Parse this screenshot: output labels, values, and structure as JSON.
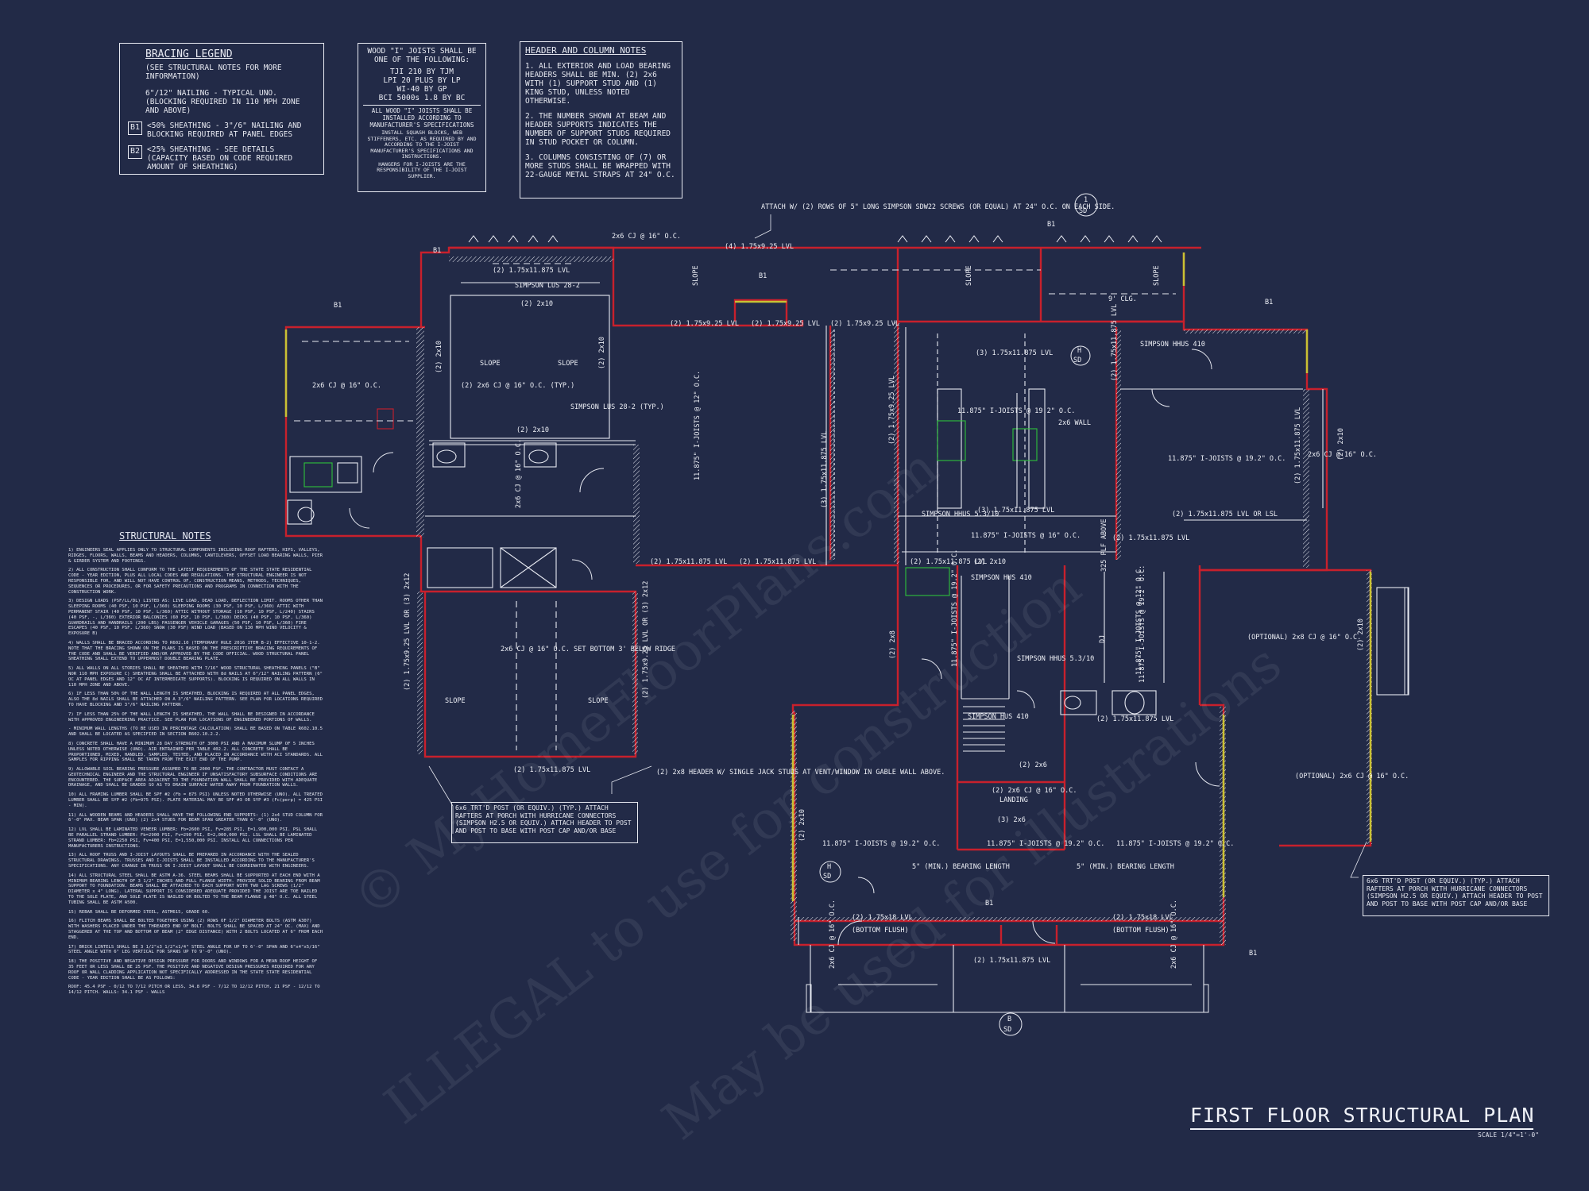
{
  "title": "FIRST FLOOR STRUCTURAL PLAN",
  "scale": "SCALE 1/4\"=1'-0\"",
  "bracing_legend": {
    "heading": "BRACING LEGEND",
    "sub": "(SEE STRUCTURAL NOTES FOR MORE INFORMATION)",
    "note": "6\"/12\" NAILING - TYPICAL UNO. (BLOCKING REQUIRED IN 110 MPH ZONE AND ABOVE)",
    "b1_tag": "B1",
    "b1_text": "<50% SHEATHING - 3\"/6\" NAILING AND BLOCKING REQUIRED AT PANEL EDGES",
    "b2_tag": "B2",
    "b2_text": "<25% SHEATHING - SEE DETAILS (CAPACITY BASED ON CODE REQUIRED AMOUNT OF SHEATHING)"
  },
  "joist_box": {
    "heading": "WOOD \"I\" JOISTS SHALL BE ONE OF THE FOLLOWING:",
    "list": "TJI 210 BY TJM\nLPI 20 PLUS BY LP\nWI-40 BY GP\nBCI 5000s 1.8 BY BC",
    "note1": "ALL WOOD \"I\" JOISTS SHALL BE INSTALLED ACCORDING TO MANUFACTURER'S SPECIFICATIONS",
    "note2": "INSTALL SQUASH BLOCKS, WEB STIFFENERS, ETC. AS REQUIRED BY AND ACCORDING TO THE I-JOIST MANUFACTURER'S SPECIFICATIONS AND INSTRUCTIONS.",
    "note3": "HANGERS FOR I-JOISTS ARE THE RESPONSIBILITY OF THE I-JOIST SUPPLIER."
  },
  "header_notes": {
    "heading": "HEADER AND COLUMN NOTES",
    "n1": "1. ALL EXTERIOR AND LOAD BEARING HEADERS SHALL BE MIN. (2) 2x6 WITH (1) SUPPORT STUD AND (1) KING STUD, UNLESS NOTED OTHERWISE.",
    "n2": "2. THE NUMBER SHOWN AT BEAM AND HEADER SUPPORTS INDICATES THE NUMBER OF SUPPORT STUDS REQUIRED IN STUD POCKET OR COLUMN.",
    "n3": "3. COLUMNS CONSISTING OF (7) OR MORE STUDS SHALL BE WRAPPED WITH 22-GAUGE METAL STRAPS AT 24\" O.C."
  },
  "structural_notes": {
    "heading": "STRUCTURAL NOTES",
    "paras": [
      "1) ENGINEERS SEAL APPLIES ONLY TO STRUCTURAL COMPONENTS INCLUDING ROOF RAFTERS, HIPS, VALLEYS, RIDGES, FLOORS, WALLS, BEAMS AND HEADERS, COLUMNS, CANTILEVERS, OFFSET LOAD BEARING WALLS, PIER & GIRDER SYSTEM AND FOOTINGS.",
      "2) ALL CONSTRUCTION SHALL CONFORM TO THE LATEST REQUIREMENTS OF THE STATE STATE RESIDENTIAL CODE - YEAR EDITION, PLUS ALL LOCAL CODES AND REGULATIONS. THE STRUCTURAL ENGINEER IS NOT RESPONSIBLE FOR, AND WILL NOT HAVE CONTROL OF, CONSTRUCTION MEANS, METHODS, TECHNIQUES, SEQUENCES OR PROCEDURES, OR FOR SAFETY PRECAUTIONS AND PROGRAMS IN CONNECTION WITH THE CONSTRUCTION WORK.",
      "3) DESIGN LOADS (PSF/LL/DL) LISTED AS: LIVE LOAD, DEAD LOAD, DEFLECTION LIMIT. ROOMS OTHER THAN SLEEPING ROOMS (40 PSF, 10 PSF, L/360) SLEEPING ROOMS (30 PSF, 10 PSF, L/360) ATTIC WITH PERMANENT STAIR (40 PSF, 10 PSF, L/360) ATTIC WITHOUT STORAGE (10 PSF, 10 PSF, L/240) STAIRS (40 PSF, -, L/360) EXTERIOR BALCONIES (60 PSF, 10 PSF, L/360) DECKS (40 PSF, 10 PSF, L/360) GUARDRAILS AND HANDRAILS (200 LBS) PASSENGER VEHICLE GARAGES (50 PSF, 10 PSF, L/360) FIRE ESCAPES (40 PSF, 10 PSF, L/360) SNOW (30 PSF) WIND LOAD (BASED ON 130 MPH WIND VELOCITY & EXPOSURE B)",
      "4) WALLS SHALL BE BRACED ACCORDING TO R602.10 (TEMPORARY RULE 2016 ITEM B-2) EFFECTIVE 10-1-2. NOTE THAT THE BRACING SHOWN ON THE PLANS IS BASED ON THE PRESCRIPTIVE BRACING REQUIREMENTS OF THE CODE AND SHALL BE VERIFIED AND/OR APPROVED BY THE CODE OFFICIAL. WOOD STRUCTURAL PANEL SHEATHING SHALL EXTEND TO UPPERMOST DOUBLE BEARING PLATE.",
      "5) ALL WALLS ON ALL STORIES SHALL BE SHEATHED WITH 7/16\" WOOD STRUCTURAL SHEATHING PANELS (\"B\" NOR 110 MPH EXPOSURE C) SHEATHING SHALL BE ATTACHED WITH 8d NAILS AT 6\"/12\" NAILING PATTERN (6\" OC AT PANEL EDGES AND 12\" OC AT INTERMEDIATE SUPPORTS). BLOCKING IS REQUIRED ON ALL WALLS IN 110 MPH ZONE AND ABOVE.",
      "6) IF LESS THAN 50% OF THE WALL LENGTH IS SHEATHED, BLOCKING IS REQUIRED AT ALL PANEL EDGES, ALSO THE 8d NAILS SHALL BE ATTACHED ON A 3\"/6\" NAILING PATTERN. SEE PLAN FOR LOCATIONS REQUIRED TO HAVE BLOCKING AND 3\"/6\" NAILING PATTERN.",
      "7) IF LESS THAN 25% OF THE WALL LENGTH IS SHEATHED, THE WALL SHALL BE DESIGNED IN ACCORDANCE WITH APPROVED ENGINEERING PRACTICE. SEE PLAN FOR LOCATIONS OF ENGINEERED PORTIONS OF WALLS.",
      "- MINIMUM WALL LENGTHS (TO BE USED IN PERCENTAGE CALCULATION) SHALL BE BASED ON TABLE R602.10.5 AND SHALL BE LOCATED AS SPECIFIED IN SECTION R602.10.2.2.",
      "8) CONCRETE SHALL HAVE A MINIMUM 28 DAY STRENGTH OF 3000 PSI AND A MAXIMUM SLUMP OF 5 INCHES UNLESS NOTED OTHERWISE (UNO). AIR ENTRAINED PER TABLE 402.2. ALL CONCRETE SHALL BE PROPORTIONED, MIXED, HANDLED, SAMPLED, TESTED, AND PLACED IN ACCORDANCE WITH ACI STANDARDS. ALL SAMPLES FOR RIPPING SHALL BE TAKEN FROM THE EXIT END OF THE PUMP.",
      "9) ALLOWABLE SOIL BEARING PRESSURE ASSUMED TO BE 2000 PSF. THE CONTRACTOR MUST CONTACT A GEOTECHNICAL ENGINEER AND THE STRUCTURAL ENGINEER IF UNSATISFACTORY SUBSURFACE CONDITIONS ARE ENCOUNTERED. THE SURFACE AREA ADJACENT TO THE FOUNDATION WALL SHALL BE PROVIDED WITH ADEQUATE DRAINAGE, AND SHALL BE GRADED SO AS TO DRAIN SURFACE WATER AWAY FROM FOUNDATION WALLS.",
      "10) ALL FRAMING LUMBER SHALL BE SPF #2 (Fb = 875 PSI) UNLESS NOTED OTHERWISE (UNO). ALL TREATED LUMBER SHALL BE SYP #2 (Fb=975 PSI). PLATE MATERIAL MAY BE SPF #3 OR SYP #3 (Fc(perp) = 425 PSI - MIN).",
      "11) ALL WOODEN BEAMS AND HEADERS SHALL HAVE THE FOLLOWING END SUPPORTS: (1) 2x4 STUD COLUMN FOR 6'-0\" MAX. BEAM SPAN (UNO) (2) 2x4 STUDS FOR BEAM SPAN GREATER THAN 6'-0\" (UNO).",
      "12) LVL SHALL BE LAMINATED VENEER LUMBER: Fb=2600 PSI, Fv=285 PSI, E=1,900,000 PSI. PSL SHALL BE PARALLEL STRAND LUMBER: Fb=2900 PSI, Fv=290 PSI, E=2,000,000 PSI. LSL SHALL BE LAMINATED STRAND LUMBER: Fb=2250 PSI, Fv=400 PSI, E=1,550,000 PSI. INSTALL ALL CONNECTIONS PER MANUFACTURERS INSTRUCTIONS.",
      "13) ALL ROOF TRUSS AND I-JOIST LAYOUTS SHALL BE PREPARED IN ACCORDANCE WITH THE SEALED STRUCTURAL DRAWINGS. TRUSSES AND I-JOISTS SHALL BE INSTALLED ACCORDING TO THE MANUFACTURER'S SPECIFICATIONS. ANY CHANGE IN TRUSS OR I-JOIST LAYOUT SHALL BE COORDINATED WITH ENGINEERS.",
      "14) ALL STRUCTURAL STEEL SHALL BE ASTM A-36. STEEL BEAMS SHALL BE SUPPORTED AT EACH END WITH A MINIMUM BEARING LENGTH OF 3 1/2\" INCHES AND FULL FLANGE WIDTH. PROVIDE SOLID BEARING FROM BEAM SUPPORT TO FOUNDATION. BEAMS SHALL BE ATTACHED TO EACH SUPPORT WITH TWO LAG SCREWS (1/2\" DIAMETER x 4\" LONG). LATERAL SUPPORT IS CONSIDERED ADEQUATE PROVIDED THE JOIST ARE TOE NAILED TO THE SOLE PLATE, AND SOLE PLATE IS NAILED OR BOLTED TO THE BEAM FLANGE @ 48\" O.C. ALL STEEL TUBING SHALL BE ASTM A500.",
      "15) REBAR SHALL BE DEFORMED STEEL, ASTM615, GRADE 60.",
      "16) FLITCH BEAMS SHALL BE BOLTED TOGETHER USING (2) ROWS OF 1/2\" DIAMETER BOLTS (ASTM A307) WITH WASHERS PLACED UNDER THE THREADED END OF BOLT. BOLTS SHALL BE SPACED AT 24\" OC. (MAX) AND STAGGERED AT THE TOP AND BOTTOM OF BEAM (2\" EDGE DISTANCE) WITH 2 BOLTS LOCATED AT 6\" FROM EACH END.",
      "17) BRICK LINTELS SHALL BE 3 1/2\"x3 1/2\"x1/4\" STEEL ANGLE FOR UP TO 6'-0\" SPAN AND 6\"x4\"x5/16\" STEEL ANGLE WITH 6\" LEG VERTICAL FOR SPANS UP TO 9'-0\" (UNO).",
      "18) THE POSITIVE AND NEGATIVE DESIGN PRESSURE FOR DOORS AND WINDOWS FOR A MEAN ROOF HEIGHT OF 35 FEET OR LESS SHALL BE 25 PSF. THE POSITIVE AND NEGATIVE DESIGN PRESSURES REQUIRED FOR ANY ROOF OR WALL CLADDING APPLICATION NOT SPECIFICALLY ADDRESSED IN THE STATE STATE RESIDENTIAL CODE - YEAR EDITION SHALL BE AS FOLLOWS:",
      "ROOF: 45.4 PSF - 0/12 TO 7/12 PITCH OR LESS, 34.8 PSF - 7/12 TO 12/12 PITCH, 21 PSF - 12/12 TO 14/12 PITCH. WALLS: 34.1 PSF - WALLS"
    ]
  },
  "labels": {
    "attach": "ATTACH W/ (2) ROWS OF 5\" LONG SIMPSON SDW22 SCREWS (OR EQUAL) AT 24\" O.C. ON EACH SIDE.",
    "cj_top": "2x6 CJ @ 16\" O.C.",
    "lvl_4_925": "(4) 1.75x9.25 LVL",
    "lvl_2_11875_a": "(2) 1.75x11.875 LVL",
    "simpson_lus28": "SIMPSON LUS 28-2",
    "twox10_a": "(2) 2x10",
    "slope_a": "SLOPE",
    "slope_b": "SLOPE",
    "slope_c": "SLOPE",
    "slope_d": "SLOPE",
    "slope_e": "SLOPE",
    "slope_f": "SLOPE",
    "slope_g": "SLOPE",
    "cj_typ": "(2) 2x6 CJ @ 16\" O.C. (TYP.)",
    "simpson_lus28_typ": "SIMPSON LUS 28-2 (TYP.)",
    "twox10_b": "(2) 2x10",
    "twox10_v1": "(2) 2x10",
    "twox10_v2": "(2) 2x10",
    "cj_left": "2x6 CJ @ 16\" O.C.",
    "cj_bath": "2x6 CJ @ 16\" O.C.",
    "ijoist_dining": "11.875\" I-JOISTS @ 12\" O.C.",
    "lvl_v_dining": "(3) 1.75x11.875 LVL",
    "lvl_v_kitchen": "(2) 1.75x9.25 LVL",
    "lvl_925_a": "(2) 1.75x9.25 LVL",
    "lvl_925_b": "(2) 1.75x9.25 LVL",
    "lvl_925_c": "(2) 1.75x9.25 LVL",
    "clg_9": "9' CLG.",
    "lvl_3_11875": "(3) 1.75x11.875 LVL",
    "simpson_hhus410_a": "SIMPSON HHUS 410",
    "lvl_v_right": "(2) 1.75x11.875 LVL",
    "ijoist_kitchen": "11.875\" I-JOISTS @ 19.2\" O.C.",
    "wall_2x6": "2x6 WALL",
    "ijoist_family": "11.875\" I-JOISTS @ 19.2\" O.C.",
    "lvl_v_family": "(2) 1.75x11.875 LVL",
    "twox10_fam": "(2) 2x10",
    "cj_fam": "2x6 CJ @ 16\" O.C.",
    "simpson_hhus5310_a": "SIMPSON HHUS 5.3/10",
    "lvl_3_11875_b": "(3) 1.75x11.875 LVL",
    "ijoist_mid": "11.875\" I-JOISTS @ 16\" O.C.",
    "lvl_or_lsl": "(2) 1.75x11.875 LVL OR LSL",
    "lvl_porch_a": "(2) 1.75x11.875 LVL",
    "lvl_porch_b": "(2) 1.75x11.875 LVL",
    "lvl_porch_c": "(2) 1.75x11.875 LVL",
    "lvl_mid_1": "(2) 1.75x11.875 LVL",
    "twox10_mid": "(2) 2x10",
    "simpson_hus410": "SIMPSON HUS 410",
    "lvl_sm": "(2) 1.75x11.875 LVL",
    "ijoist_v_a": "11.875\" I-JOISTS @ 12\" O.C.",
    "ijoist_porch_left": "2x6 CJ @ 16\" O.C. SET BOTTOM 3' BELOW RIDGE",
    "lvl_v_porch_l": "(2) 1.75x9.25 LVL OR (3) 2x12",
    "lvl_v_porch_r": "(2) 1.75x9.25 LVL OR (3) 2x12",
    "lvl_porch_bottom": "(2) 1.75x11.875 LVL",
    "header_single": "(2) 2x8 HEADER W/ SINGLE JACK STUDS AT VENT/WINDOW IN GABLE WALL ABOVE.",
    "post_note_left": "6x6 TRT'D POST (OR EQUIV.) (TYP.) ATTACH RAFTERS AT PORCH WITH HURRICANE CONNECTORS (SIMPSON H2.5 OR EQUIV.) ATTACH HEADER TO POST AND POST TO BASE WITH POST CAP AND/OR BASE",
    "post_note_right": "6x6 TRT'D POST (OR EQUIV.) (TYP.) ATTACH RAFTERS AT PORCH WITH HURRICANE CONNECTORS (SIMPSON H2.5 OR EQUIV.) ATTACH HEADER TO POST AND POST TO BASE WITH POST CAP AND/OR BASE",
    "optional_cj": "(OPTIONAL) 2x8 CJ @ 16\" O.C.",
    "optional_cj2": "(OPTIONAL) 2x6 CJ @ 16\" O.C.",
    "twox10_r": "(2) 2x10",
    "ijoist_right_v": "11.875\" I-JOISTS @ 19.2\" O.C.",
    "lvl_sm2": "(2) 1.75x11.875 LVL",
    "twox8_a": "(2) 2x8",
    "simpson_hhus5310_b": "SIMPSON HHUS 5.3/10",
    "simpson_hus410_b": "SIMPSON HUS 410",
    "landing": "LANDING",
    "cj_stair": "(2) 2x6 CJ @ 16\" O.C.",
    "twox6_a": "(2) 2x6",
    "threex6": "(3) 2x6",
    "ijoist_bl": "11.875\" I-JOISTS @ 19.2\" O.C.",
    "ijoist_bm": "11.875\" I-JOISTS @ 19.2\" O.C.",
    "ijoist_br": "11.875\" I-JOISTS @ 19.2\" O.C.",
    "bearing_min_a": "5\" (MIN.) BEARING LENGTH",
    "bearing_min_b": "5\" (MIN.) BEARING LENGTH",
    "lvl_18_a": "(2) 1.75x18 LVL",
    "lvl_18_b": "(2) 1.75x18 LVL",
    "flush_a": "(BOTTOM FLUSH)",
    "flush_b": "(BOTTOM FLUSH)",
    "lvl_bottom_mid": "(2) 1.75x11.875 LVL",
    "cj_bl": "2x6 CJ @ 16\" O.C.",
    "cj_br": "2x6 CJ @ 16\" O.C.",
    "twox10_bl": "(2) 2x10",
    "plf_label": "325 PLF ABOVE",
    "dj_label": "DJ",
    "ijoist_stair_v": "11.875\" I-JOISTS @ 19.2\" O.C.",
    "tag_b1": "B1",
    "tag_sd": "SD",
    "tag_h": "H",
    "tag_b": "B",
    "tag_1": "1"
  },
  "watermark": {
    "line1": "© MyHomeFloorPlans.com",
    "line2": "ILLEGAL to use for construction",
    "line3": "May be used for illustrations"
  },
  "colors": {
    "background": "#222a47",
    "linework": "#e8eaf2",
    "walls": "#c8202c",
    "yellow": "#c8c234",
    "green": "#2ec23a"
  }
}
